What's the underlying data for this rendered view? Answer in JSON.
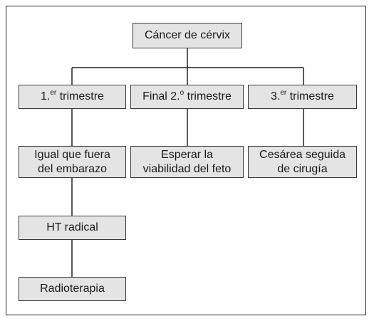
{
  "diagram": {
    "root": {
      "label": "Cáncer de cérvix"
    },
    "branches": [
      {
        "label_main": "1.",
        "label_sup": "er",
        "label_rest": " trimestre",
        "children": [
          {
            "label": "Igual que fuera\ndel embarazo"
          },
          {
            "label": "HT radical"
          },
          {
            "label": "Radioterapia"
          }
        ]
      },
      {
        "label_main": "Final 2.",
        "label_sup": "o",
        "label_rest": " trimestre",
        "children": [
          {
            "label": "Esperar la\nviabilidad del feto"
          }
        ]
      },
      {
        "label_main": "3.",
        "label_sup": "er",
        "label_rest": " trimestre",
        "children": [
          {
            "label": "Cesárea seguida\nde cirugía"
          }
        ]
      }
    ]
  }
}
